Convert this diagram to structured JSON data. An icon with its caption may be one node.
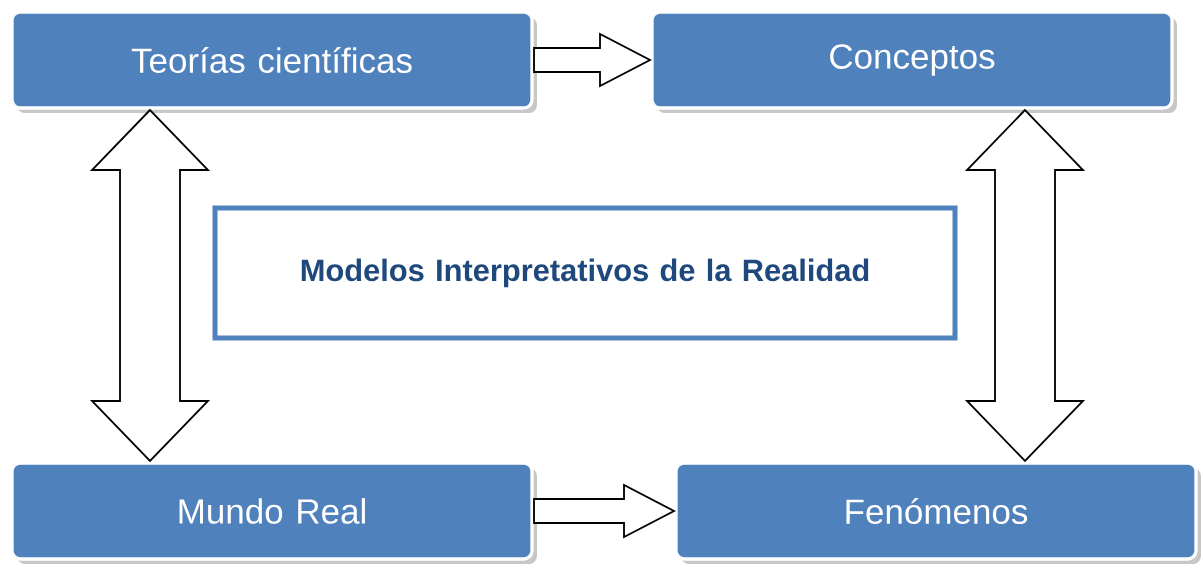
{
  "diagram": {
    "nodes": [
      {
        "text": [
          "Teorías científicas"
        ]
      },
      {
        "text": [
          "Conceptos"
        ]
      },
      {
        "text": [
          "Modelos Interpretativos de la Realidad"
        ]
      },
      {
        "text": [
          "Mundo Real"
        ]
      },
      {
        "text": [
          "Fenómenos"
        ]
      }
    ],
    "edges": [
      {
        "from": 0,
        "to": 1,
        "arrow": "to"
      },
      {
        "from": 0,
        "to": 3,
        "arrow": "both",
        "style": "thick"
      },
      {
        "from": 1,
        "to": 4,
        "arrow": "both",
        "style": "thick"
      },
      {
        "from": 3,
        "to": 4,
        "arrow": "to"
      }
    ]
  }
}
